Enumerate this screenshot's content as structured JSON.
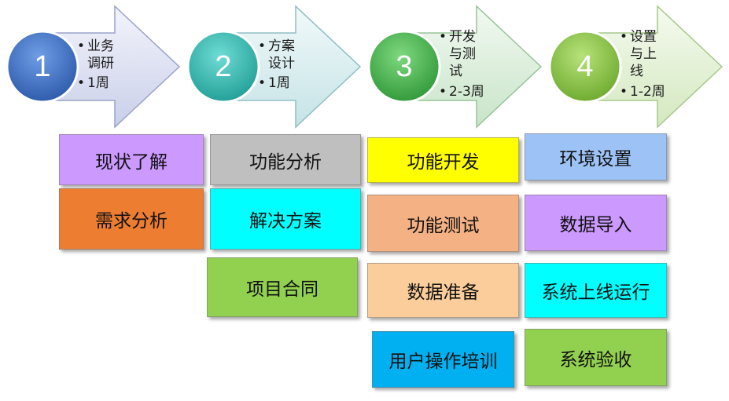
{
  "phases": [
    {
      "number": "1",
      "name": "业务\n调研",
      "duration": "1周"
    },
    {
      "number": "2",
      "name": "方案\n设计",
      "duration": "1周"
    },
    {
      "number": "3",
      "name": "开发\n与测\n试",
      "duration": "2-3周"
    },
    {
      "number": "4",
      "name": "设置\n与上\n线",
      "duration": "1-2周"
    }
  ],
  "bullet_char": "•",
  "tasks": {
    "col1": [
      "现状了解",
      "需求分析"
    ],
    "col2": [
      "功能分析",
      "解决方案",
      "项目合同"
    ],
    "col3": [
      "功能开发",
      "功能测试",
      "数据准备",
      "用户操作培训"
    ],
    "col4": [
      "环境设置",
      "数据导入",
      "系统上线运行",
      "系统验收"
    ]
  },
  "colors": {
    "circle_1": "#3b6fc4",
    "circle_2": "#2fb8b0",
    "circle_3": "#3fb24a",
    "circle_4": "#86c23e",
    "arrow_fill_1": "#e4e7f5",
    "arrow_fill_2": "#dff0f2",
    "arrow_fill_3": "#e2f1e2",
    "arrow_fill_4": "#eaf4e0",
    "col1": [
      "#cc99ff",
      "#ed7d31"
    ],
    "col2": [
      "#bfbfbf",
      "#00ffff",
      "#92d050"
    ],
    "col3": [
      "#ffff00",
      "#f4b183",
      "#fbcd9a",
      "#00b0f0"
    ],
    "col4": [
      "#9dc3f6",
      "#cc99ff",
      "#00ffff",
      "#92d050"
    ]
  }
}
